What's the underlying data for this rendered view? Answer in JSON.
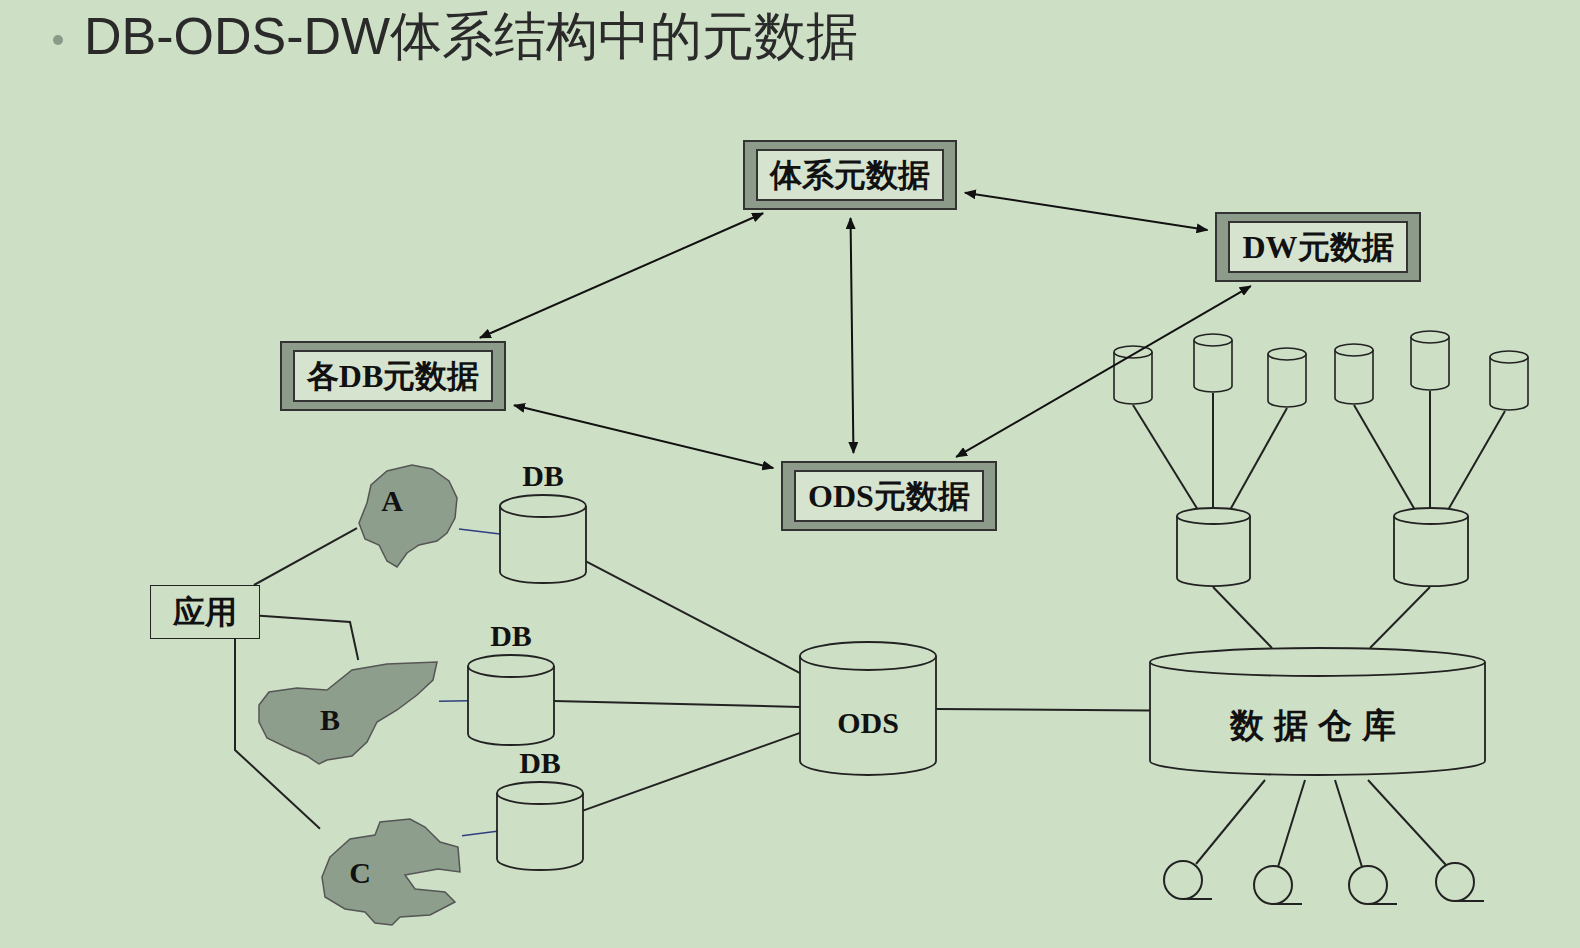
{
  "diagram": {
    "title": "DB-ODS-DW体系结构中的元数据",
    "nodes": [
      {
        "text": [
          "体系元数据"
        ]
      },
      {
        "text": [
          "DW元数据"
        ]
      },
      {
        "text": [
          "各DB元数据"
        ]
      },
      {
        "text": [
          "ODS元数据"
        ]
      },
      {
        "text": [
          "A"
        ]
      },
      {
        "text": [
          "DB"
        ]
      },
      {
        "text": [
          "应用"
        ]
      },
      {
        "text": [
          "B"
        ]
      },
      {
        "text": [
          "DB"
        ]
      },
      {
        "text": [
          "ODS"
        ]
      },
      {
        "text": [
          "数据仓库"
        ]
      },
      {
        "text": [
          "DB"
        ]
      },
      {
        "text": [
          "C"
        ]
      }
    ],
    "edges": [
      {
        "from": 0,
        "to": 2,
        "arrow": "both"
      },
      {
        "from": 0,
        "to": 1,
        "arrow": "both"
      },
      {
        "from": 0,
        "to": 3,
        "arrow": "both"
      },
      {
        "from": 2,
        "to": 3,
        "arrow": "both"
      },
      {
        "from": 1,
        "to": 3,
        "arrow": "both"
      },
      {
        "from": 6,
        "to": 4,
        "arrow": "none"
      },
      {
        "from": 6,
        "to": 7,
        "arrow": "none"
      },
      {
        "from": 6,
        "to": 12,
        "arrow": "none"
      },
      {
        "from": 4,
        "to": 5,
        "arrow": "none"
      },
      {
        "from": 7,
        "to": 8,
        "arrow": "none"
      },
      {
        "from": 12,
        "to": 11,
        "arrow": "none"
      },
      {
        "from": 5,
        "to": 9,
        "arrow": "none"
      },
      {
        "from": 8,
        "to": 9,
        "arrow": "none"
      },
      {
        "from": 11,
        "to": 9,
        "arrow": "none"
      },
      {
        "from": 9,
        "to": 10,
        "arrow": "none"
      }
    ]
  }
}
